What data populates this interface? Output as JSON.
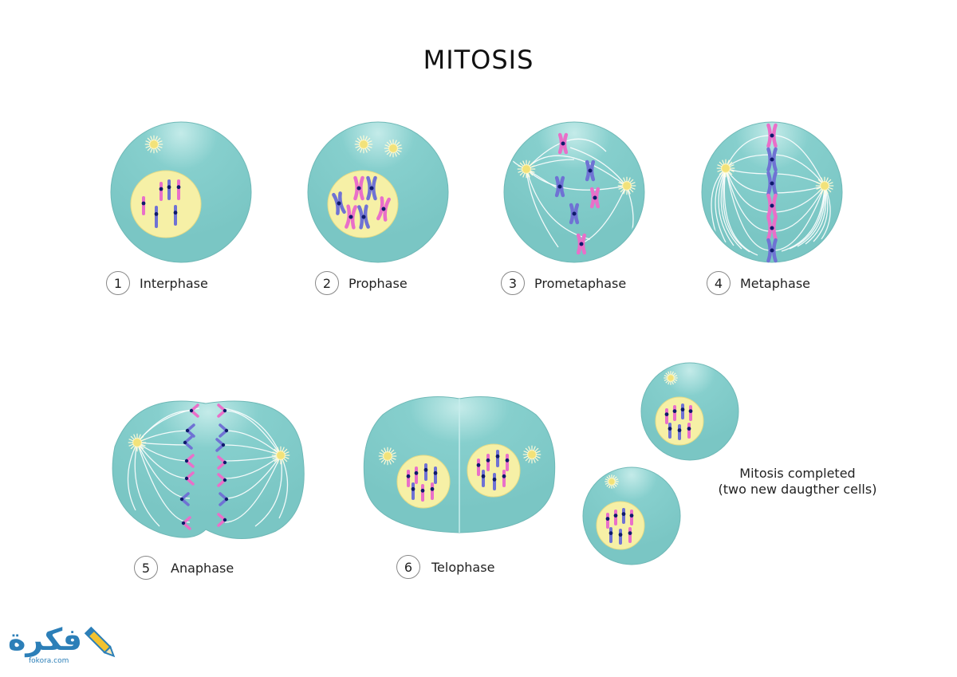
{
  "title": "MITOSIS",
  "stages": [
    {
      "number": "1",
      "label": "Interphase"
    },
    {
      "number": "2",
      "label": "Prophase"
    },
    {
      "number": "3",
      "label": "Prometaphase"
    },
    {
      "number": "4",
      "label": "Metaphase"
    },
    {
      "number": "5",
      "label": "Anaphase"
    },
    {
      "number": "6",
      "label": "Telophase"
    }
  ],
  "completed": {
    "line1": "Mitosis completed",
    "line2": "(two new daugther cells)"
  },
  "logo": {
    "text": "فكرة",
    "url": "fokora.com"
  },
  "colors": {
    "cell": "#7ecac8",
    "cell_highlight": "#c4ebe9",
    "nucleus": "#f6f0a6",
    "chromosome_pink": "#e96fc9",
    "chromosome_blue": "#6f72d4",
    "centromere": "#0e1a6b",
    "spindle": "#ffffff",
    "centrosome": "#f2e27a"
  }
}
